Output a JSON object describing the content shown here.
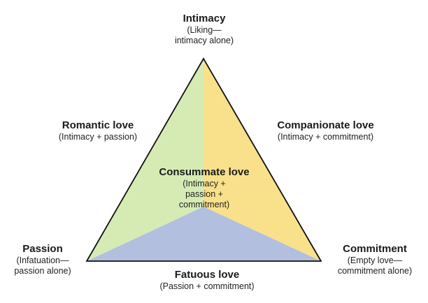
{
  "colors": {
    "romantic_region": "#d6ebb4",
    "companionate_region": "#f9e08a",
    "fatuous_region": "#b3bfdf",
    "outline": "#111111"
  },
  "vertices": {
    "intimacy": {
      "title": "Intimacy",
      "sub_lines": [
        "(Liking—",
        "intimacy alone)"
      ]
    },
    "passion": {
      "title": "Passion",
      "sub_lines": [
        "(Infatuation—",
        "passion alone)"
      ]
    },
    "commitment": {
      "title": "Commitment",
      "sub_lines": [
        "(Empty love—",
        "commitment alone)"
      ]
    }
  },
  "sides": {
    "romantic": {
      "title": "Romantic love",
      "sub": "(Intimacy + passion)"
    },
    "companionate": {
      "title": "Companionate love",
      "sub": "(Intimacy + commitment)"
    },
    "fatuous": {
      "title": "Fatuous love",
      "sub": "(Passion + commitment)"
    }
  },
  "center": {
    "title": "Consummate love",
    "sub_lines": [
      "(Intimacy +",
      "passion +",
      "commitment)"
    ]
  }
}
